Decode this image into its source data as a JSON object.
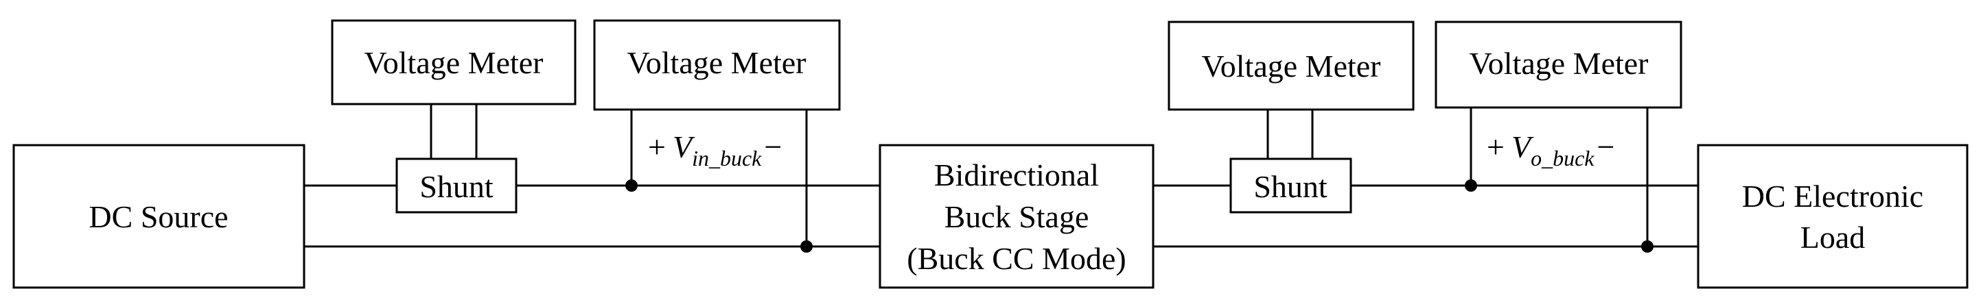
{
  "blocks": {
    "dc_source": "DC Source",
    "shunt_in": "Shunt",
    "shunt_out": "Shunt",
    "vm1": "Voltage Meter",
    "vm2": "Voltage Meter",
    "vm3": "Voltage Meter",
    "vm4": "Voltage Meter",
    "buck": [
      "Bidirectional",
      "Buck Stage",
      "(Buck CC Mode)"
    ],
    "load": [
      "DC Electronic",
      "Load"
    ]
  },
  "voltages": {
    "input": {
      "plus": "+",
      "var": "V",
      "sub": "in_buck",
      "minus": "−"
    },
    "output": {
      "plus": "+",
      "var": "V",
      "sub": "o_buck",
      "minus": "−"
    }
  },
  "colors": {
    "line": "#000000",
    "background": "#ffffff"
  }
}
